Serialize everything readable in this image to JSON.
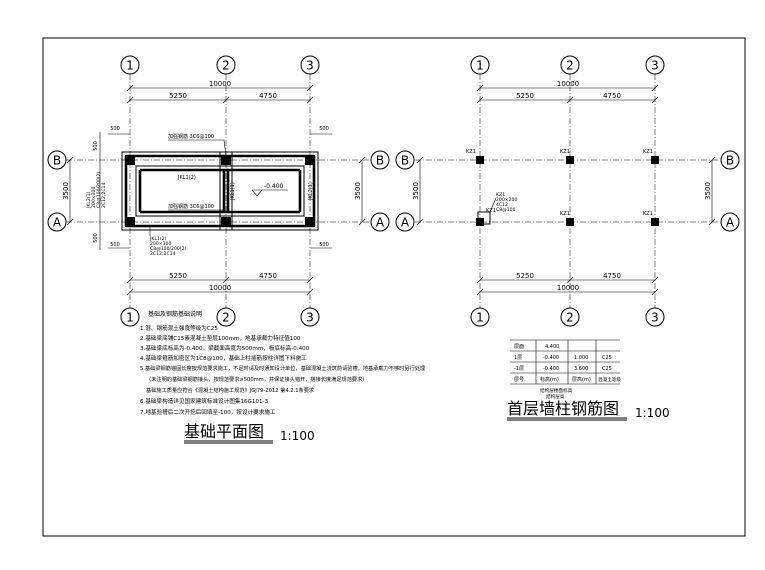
{
  "foundation_plan": {
    "grid_x": [
      "1",
      "2",
      "3"
    ],
    "grid_y": [
      "B",
      "A"
    ],
    "dim_total": "10000",
    "dim_span_1": "5250",
    "dim_span_2": "4750",
    "dim_depth": "3500",
    "dim_offset": "500",
    "beam_b_label": "JKL1(2)",
    "beam_a_label": "JKL1(2)",
    "beam_left_label": "JKL2(1)",
    "beam_right_label": "JKL2(1)",
    "beam_mid_label": "JKL1(1)",
    "rebar_top": "加强钢筋 3C6@100",
    "rebar_bottom": "加强钢筋 3C6@100",
    "elevation": "-0.400",
    "beam_note_left": "JKL2(1)\n200×300\nC8@100/200(2)\n2C12;2C14",
    "beam_note_bottom": "JKL1(2)\n200×300\nC8@100/200(2)\n2C12;2C14",
    "notes_title": "基础及钢筋基础说明",
    "notes": [
      "1.混、钢筋混土强度等级为C25",
      "2.基础梁底铺C15素混凝土垫层100mm，地基承载力特征值100",
      "3.基础梁底标高为-0.400，梁截面高度为500mm，板底标高-0.400",
      "4.基础梁箍筋加密区为1C8@100，基础上柱插筋按柱详图下料施工",
      "5.基础梁钢筋锚固长度按规范要求施工，不足时请及时通知设计单位，基础混凝土浇筑前请验槽，地基承载力不够时另行处理",
      "（未注明的基础梁钢筋接头，按规范要求≥500mm，并保证接头错开，搭接长度满足规范要求）",
      "基础施工质量应符合《混凝土结构施工规范》JGJ79-2012 第4.2.1条要求",
      "6.基础梁构造详见国家建筑标准设计图集16G101-3",
      "7.地基验槽后二次开挖后回填至-100，按设计要求施工"
    ],
    "title": "基础平面图",
    "scale": "1:100"
  },
  "column_plan": {
    "grid_x": [
      "1",
      "2",
      "3"
    ],
    "grid_y": [
      "B",
      "A"
    ],
    "dim_total": "10000",
    "dim_span_1": "5250",
    "dim_span_2": "4750",
    "dim_depth": "3500",
    "col_labels": [
      "KZ1",
      "KZ1",
      "KZ1",
      "KZ1",
      "KZ1",
      "KZ1"
    ],
    "col_note": "KZ1\n200×200\n4C12\nC8@100",
    "table": {
      "rows": [
        [
          "层面",
          "4.400",
          "",
          ""
        ],
        [
          "1层",
          "-0.400",
          "1.000",
          "C25"
        ],
        [
          "-1层",
          "-0.400",
          "3.600",
          "C25"
        ],
        [
          "层号",
          "标高(m)",
          "层高(m)",
          "混凝土等级"
        ]
      ],
      "caption": "结构层楼面标高\n结构层高"
    },
    "title": "首层墙柱钢筋图",
    "scale": "1:100"
  }
}
